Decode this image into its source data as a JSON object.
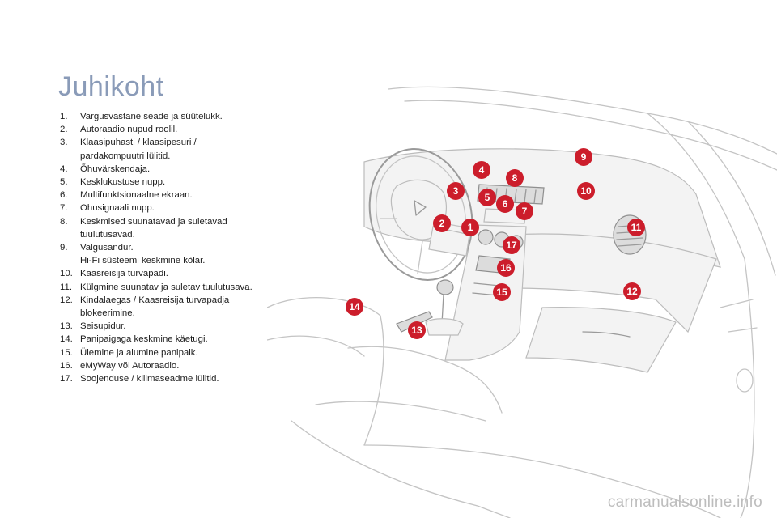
{
  "title": "Juhikoht",
  "items": [
    {
      "num": "1.",
      "text": "Vargusvastane seade ja süütelukk."
    },
    {
      "num": "2.",
      "text": "Autoraadio nupud roolil."
    },
    {
      "num": "3.",
      "text": "Klaasipuhasti / klaasipesuri /",
      "sub": "pardakompuutri lülitid."
    },
    {
      "num": "4.",
      "text": "Õhuvärskendaja."
    },
    {
      "num": "5.",
      "text": "Kesklukustuse nupp."
    },
    {
      "num": "6.",
      "text": "Multifunktsionaalne ekraan."
    },
    {
      "num": "7.",
      "text": "Ohusignaali nupp."
    },
    {
      "num": "8.",
      "text": "Keskmised suunatavad ja suletavad",
      "sub": "tuulutusavad."
    },
    {
      "num": "9.",
      "text": "Valgusandur.",
      "sub": "Hi-Fi süsteemi keskmine kõlar."
    },
    {
      "num": "10.",
      "text": "Kaasreisija turvapadi."
    },
    {
      "num": "11.",
      "text": "Külgmine suunatav ja suletav tuulutusava."
    },
    {
      "num": "12.",
      "text": "Kindalaegas / Kaasreisija turvapadja",
      "sub": "blokeerimine."
    },
    {
      "num": "13.",
      "text": "Seisupidur."
    },
    {
      "num": "14.",
      "text": "Panipaigaga keskmine käetugi."
    },
    {
      "num": "15.",
      "text": "Ülemine ja alumine panipaik."
    },
    {
      "num": "16.",
      "text": "eMyWay või Autoraadio."
    },
    {
      "num": "17.",
      "text": "Soojenduse / kliimaseadme lülitid."
    }
  ],
  "markers": [
    "1",
    "2",
    "3",
    "4",
    "5",
    "6",
    "7",
    "8",
    "9",
    "10",
    "11",
    "12",
    "13",
    "14",
    "15",
    "16",
    "17"
  ],
  "marker_color": "#cc1d2b",
  "title_color": "#8a9bb8",
  "watermark": "carmanualsonline.info"
}
